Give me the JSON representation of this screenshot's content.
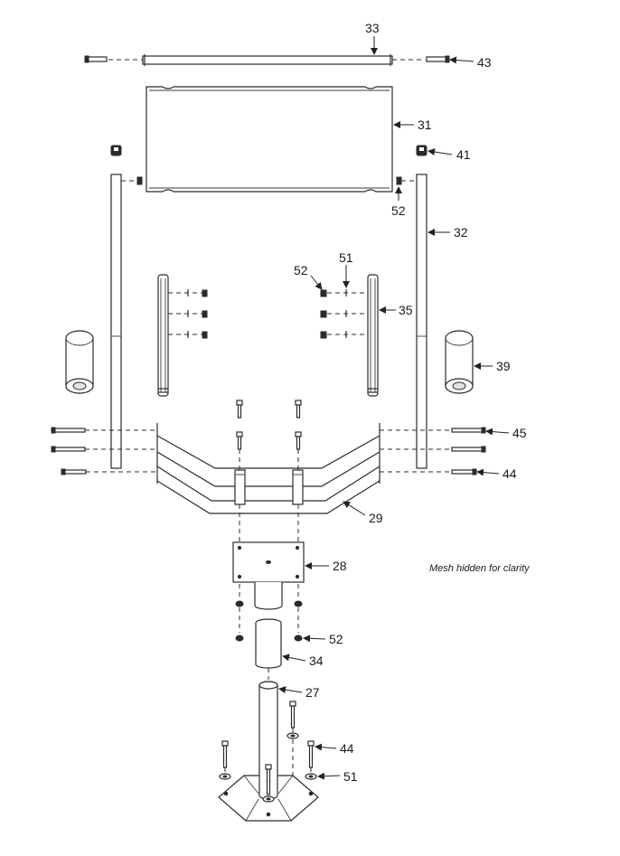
{
  "note": "Mesh hidden for clarity",
  "callouts": {
    "c33": "33",
    "c43": "43",
    "c31": "31",
    "c41": "41",
    "c52a": "52",
    "c32": "32",
    "c52b": "52",
    "c51a": "51",
    "c35": "35",
    "c39": "39",
    "c45": "45",
    "c44a": "44",
    "c29": "29",
    "c28": "28",
    "c52c": "52",
    "c34": "34",
    "c27": "27",
    "c44b": "44",
    "c51b": "51"
  }
}
